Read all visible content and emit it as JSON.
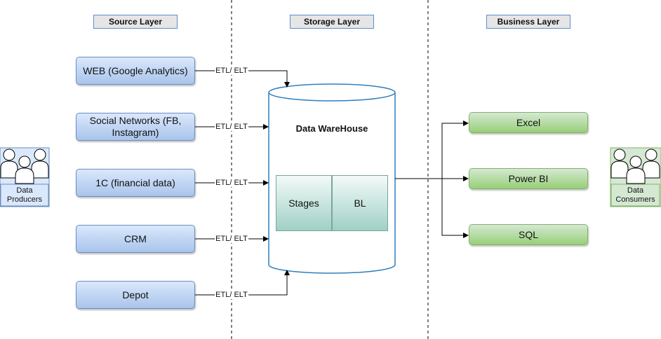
{
  "layers": {
    "source": "Source Layer",
    "storage": "Storage Layer",
    "business": "Business Layer"
  },
  "sources": [
    {
      "label": "WEB (Google Analytics)"
    },
    {
      "label": "Social Networks (FB, Instagram)"
    },
    {
      "label": "1C (financial data)"
    },
    {
      "label": "CRM"
    },
    {
      "label": "Depot"
    }
  ],
  "connector_label": "ETL/ ELT",
  "warehouse": {
    "title": "Data WareHouse",
    "sections": [
      "Stages",
      "BL"
    ]
  },
  "outputs": [
    {
      "label": "Excel"
    },
    {
      "label": "Power BI"
    },
    {
      "label": "SQL"
    }
  ],
  "actors": {
    "producers": "Data Producers",
    "consumers": "Data Consumers"
  },
  "colors": {
    "source_fill": "#dae8fc",
    "source_border": "#6c8ebf",
    "output_fill": "#d5e8d4",
    "output_border": "#82b366",
    "cylinder_border": "#2e7fbf",
    "actor_fill": "#dae8fc",
    "actor_alt_fill": "#d5e8d4"
  }
}
